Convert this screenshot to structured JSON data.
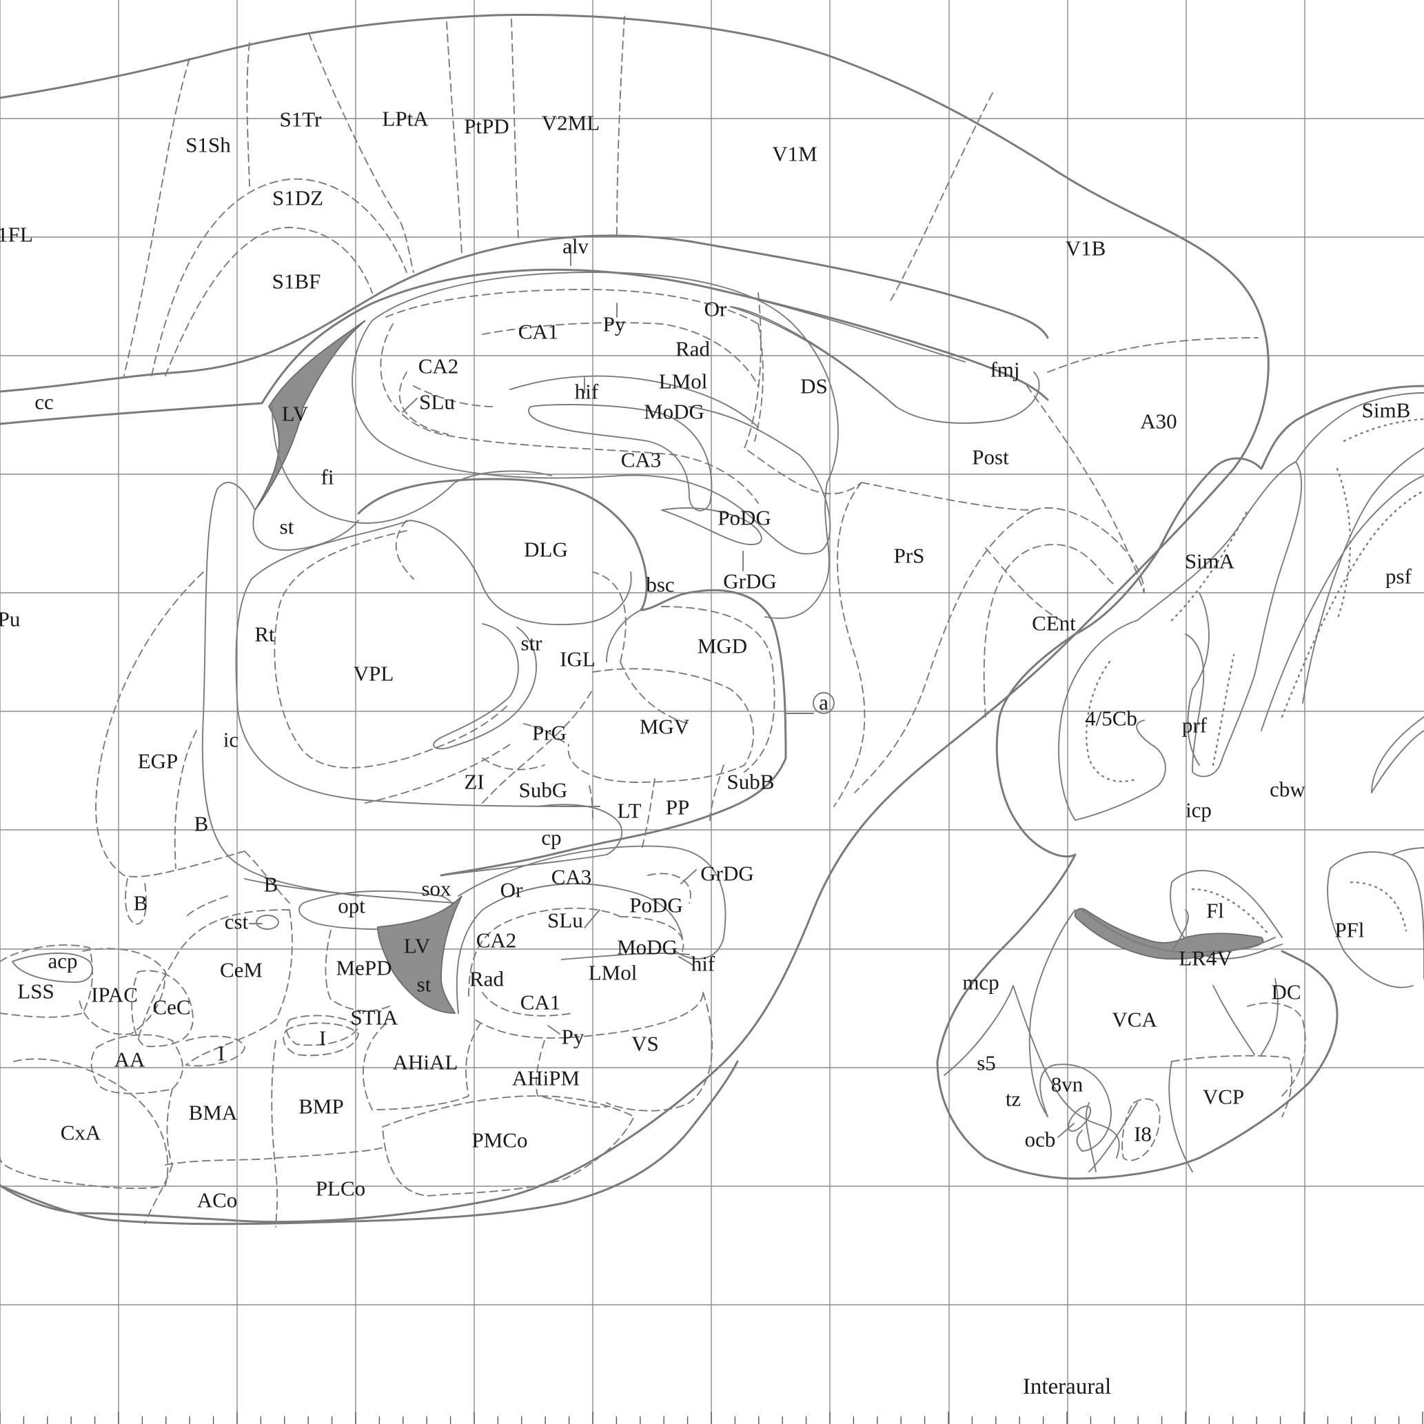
{
  "footer": {
    "axis_label": "Interaural"
  },
  "colors": {
    "line": "#7a7a7a",
    "ventricle_fill": "#8e8e8e",
    "grid": "#8c8c8c",
    "text": "#1a1a1a"
  },
  "labels": {
    "s1fl": "1FL",
    "s1sh": "S1Sh",
    "s1tr": "S1Tr",
    "lpta": "LPtA",
    "ptpd": "PtPD",
    "v2ml": "V2ML",
    "v1m": "V1M",
    "s1dz": "S1DZ",
    "s1bf": "S1BF",
    "alv": "alv",
    "v1b": "V1B",
    "cc": "cc",
    "lv_top": "LV",
    "fi": "fi",
    "st_top": "st",
    "ca1_top": "CA1",
    "py_top": "Py",
    "or_top": "Or",
    "rad_top": "Rad",
    "ca2_top": "CA2",
    "slu_top": "SLu",
    "hif_top": "hif",
    "lmol_top": "LMol",
    "modg_top": "MoDG",
    "ca3_top": "CA3",
    "podg_top": "PoDG",
    "grdg_top": "GrDG",
    "ds": "DS",
    "fmj": "fmj",
    "a30": "A30",
    "post": "Post",
    "prs": "PrS",
    "cent": "CEnt",
    "simb": "SimB",
    "sima": "SimA",
    "psf": "psf",
    "cb45": "4/5Cb",
    "prf": "prf",
    "cbw": "cbw",
    "icp": "icp",
    "pu": "Pu",
    "dlg": "DLG",
    "bsc": "bsc",
    "rt": "Rt",
    "vpl": "VPL",
    "str": "str",
    "igl": "IGL",
    "mgd": "MGD",
    "mgv": "MGV",
    "a": "a",
    "prg": "PrG",
    "egp": "EGP",
    "ic": "ic",
    "zi": "ZI",
    "subg": "SubG",
    "subb": "SubB",
    "b1": "B",
    "lt": "LT",
    "pp": "PP",
    "cp": "cp",
    "b2": "B",
    "b3": "B",
    "sox": "sox",
    "opt": "opt",
    "ca3_bot": "CA3",
    "grdg_bot": "GrDG",
    "or_bot": "Or",
    "podg_bot": "PoDG",
    "cst": "cst",
    "slu_bot": "SLu",
    "acp": "acp",
    "ca2_bot": "CA2",
    "lv_bot": "LV",
    "cem": "CeM",
    "mepd": "MePD",
    "modg_bot": "MoDG",
    "hif_bot": "hif",
    "lmol_bot": "LMol",
    "lss": "LSS",
    "ipac": "IPAC",
    "cec": "CeC",
    "st_bot": "st",
    "rad_bot": "Rad",
    "stia": "STIA",
    "ca1_bot": "CA1",
    "py_bot": "Py",
    "vs": "VS",
    "aa": "AA",
    "i1": "I",
    "i2": "I",
    "ahial": "AHiAL",
    "ahipm": "AHiPM",
    "bma": "BMA",
    "bmp": "BMP",
    "cxa": "CxA",
    "pmco": "PMCo",
    "aco": "ACo",
    "plco": "PLCo",
    "fl": "Fl",
    "pfl": "PFl",
    "lr4v": "LR4V",
    "mcp": "mcp",
    "dc": "DC",
    "vca": "VCA",
    "s5": "s5",
    "n8vn": "8vn",
    "tz": "tz",
    "vcp": "VCP",
    "ocb": "ocb",
    "i8": "I8"
  }
}
